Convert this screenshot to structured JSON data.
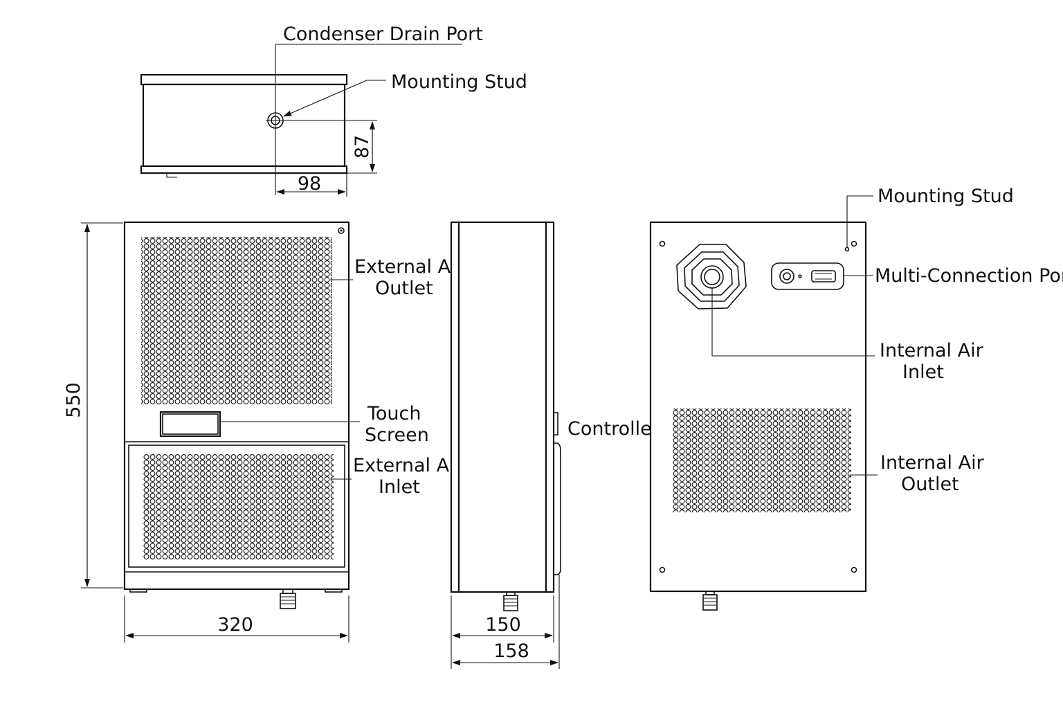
{
  "labels": {
    "condenser_drain_port": "Condenser Drain Port",
    "mounting_stud_top": "Mounting Stud",
    "mounting_stud_rear": "Mounting Stud",
    "external_air_outlet": [
      "External Air",
      "Outlet"
    ],
    "touch_screen": [
      "Touch",
      "Screen"
    ],
    "external_air_inlet": [
      "External Air",
      "Inlet"
    ],
    "controller": "Controller",
    "multi_connection_port": "Multi-Connection Port",
    "internal_air_inlet": [
      "Internal Air",
      "Inlet"
    ],
    "internal_air_outlet": [
      "Internal Air",
      "Outlet"
    ]
  },
  "dimensions": {
    "top_depth": "87",
    "top_offset": "98",
    "height": "550",
    "width": "320",
    "depth_body": "150",
    "depth_total": "158"
  }
}
